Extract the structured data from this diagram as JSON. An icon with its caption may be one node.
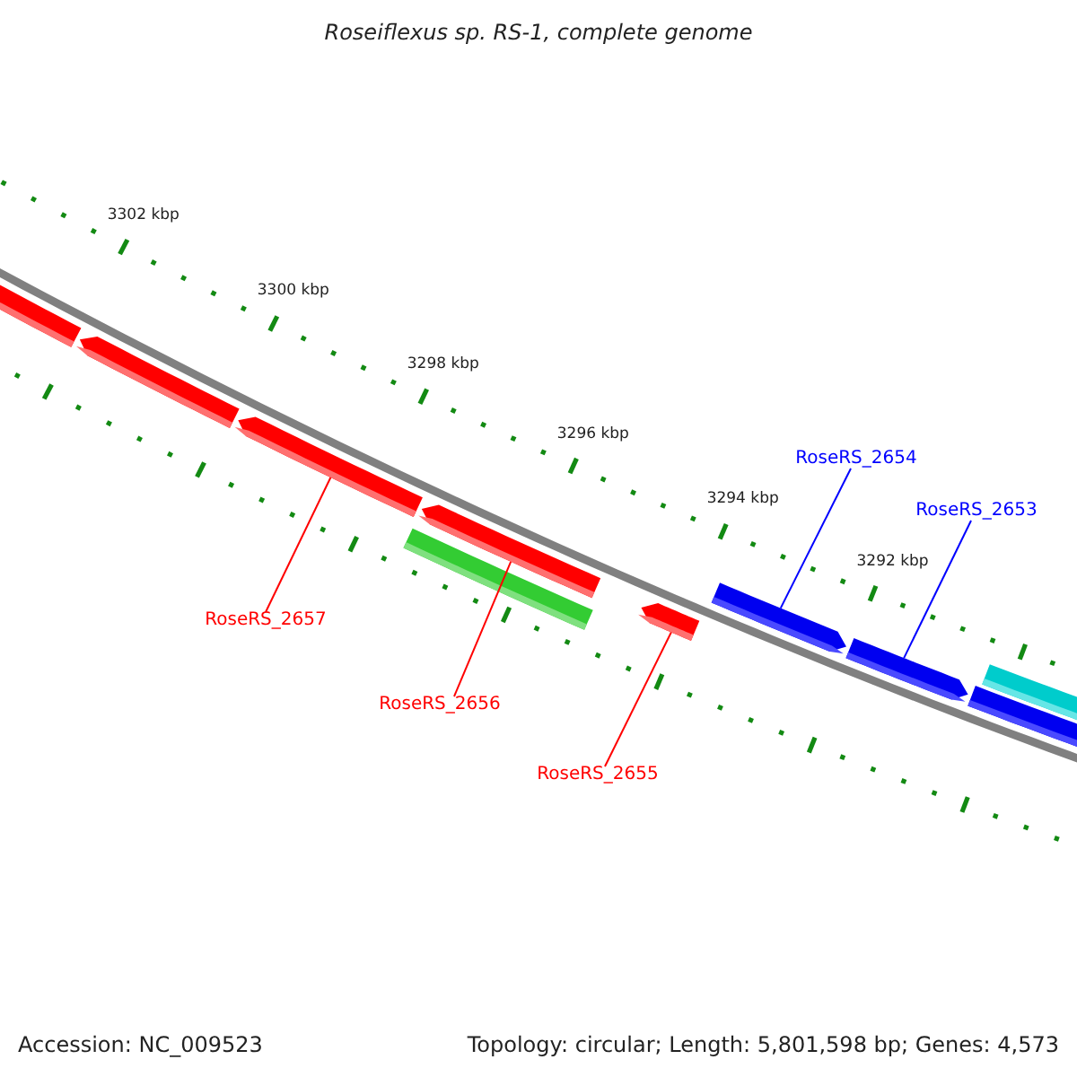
{
  "diagram": {
    "title": "Roseiflexus sp. RS-1, complete genome",
    "nodes": [
      {
        "text": [],
        "shape": "bar"
      },
      {
        "text": [],
        "shape": "bar"
      },
      {
        "text": [],
        "shape": "bar"
      },
      {
        "text": [],
        "shape": "bar"
      },
      {
        "text": [],
        "shape": "bar"
      },
      {
        "text": [],
        "shape": "bar"
      },
      {
        "text": [],
        "shape": "bar"
      },
      {
        "text": [],
        "shape": "bar"
      },
      {
        "text": [],
        "shape": "bar"
      },
      {
        "text": [],
        "shape": "bar"
      },
      {
        "text": [
          "RoseRS_2654"
        ]
      },
      {
        "text": [
          "RoseRS_2653"
        ]
      },
      {
        "text": [
          "RoseRS_2657"
        ]
      },
      {
        "text": [
          "RoseRS_2656"
        ]
      },
      {
        "text": [
          "RoseRS_2655"
        ]
      }
    ],
    "edges": [
      {
        "from": 10,
        "to": 6,
        "arrow": "none",
        "color": "#0000ff"
      },
      {
        "from": 11,
        "to": 7,
        "arrow": "none",
        "color": "#0000ff"
      },
      {
        "from": 12,
        "to": 2,
        "arrow": "none"
      },
      {
        "from": 13,
        "to": 3,
        "arrow": "none"
      },
      {
        "from": 14,
        "to": 5,
        "arrow": "none"
      }
    ],
    "labels": [
      "3302 kbp",
      "3300 kbp",
      "3298 kbp",
      "3296 kbp",
      "3294 kbp",
      "3292 kbp",
      "Accession: NC_009523",
      "Topology: circular; Length: 5,801,598 bp; Genes: 4,573"
    ]
  }
}
